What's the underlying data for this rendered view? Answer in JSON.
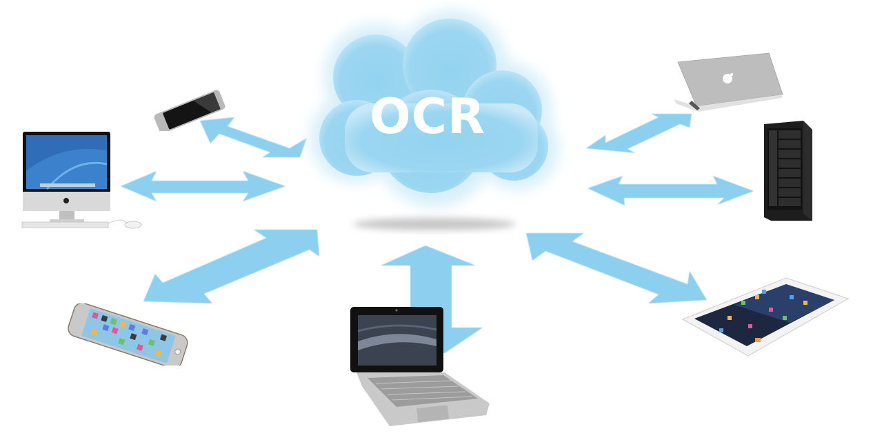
{
  "diagram": {
    "title": "OCR",
    "center_node": {
      "label": "OCR",
      "shape": "cloud",
      "color": "#8ed0ee"
    },
    "arrow_color": "#8ccfee",
    "arrow_style": "double-headed",
    "nodes": [
      {
        "id": "slim-phone",
        "label": "",
        "icon": "smartphone-icon",
        "position": "top-left"
      },
      {
        "id": "imac",
        "label": "",
        "icon": "desktop-computer-icon",
        "position": "left"
      },
      {
        "id": "iphone",
        "label": "",
        "icon": "smartphone-icon",
        "position": "bottom-left"
      },
      {
        "id": "netbook",
        "label": "",
        "icon": "laptop-icon",
        "position": "bottom"
      },
      {
        "id": "macbook",
        "label": "",
        "icon": "laptop-icon",
        "position": "top-right"
      },
      {
        "id": "server",
        "label": "",
        "icon": "server-tower-icon",
        "position": "right"
      },
      {
        "id": "ipad",
        "label": "",
        "icon": "tablet-icon",
        "position": "bottom-right"
      }
    ],
    "edges": [
      {
        "from": "OCR",
        "to": "slim-phone",
        "bidirectional": true
      },
      {
        "from": "OCR",
        "to": "imac",
        "bidirectional": true
      },
      {
        "from": "OCR",
        "to": "iphone",
        "bidirectional": true
      },
      {
        "from": "OCR",
        "to": "netbook",
        "bidirectional": true
      },
      {
        "from": "OCR",
        "to": "macbook",
        "bidirectional": true
      },
      {
        "from": "OCR",
        "to": "server",
        "bidirectional": true
      },
      {
        "from": "OCR",
        "to": "ipad",
        "bidirectional": true
      }
    ]
  }
}
